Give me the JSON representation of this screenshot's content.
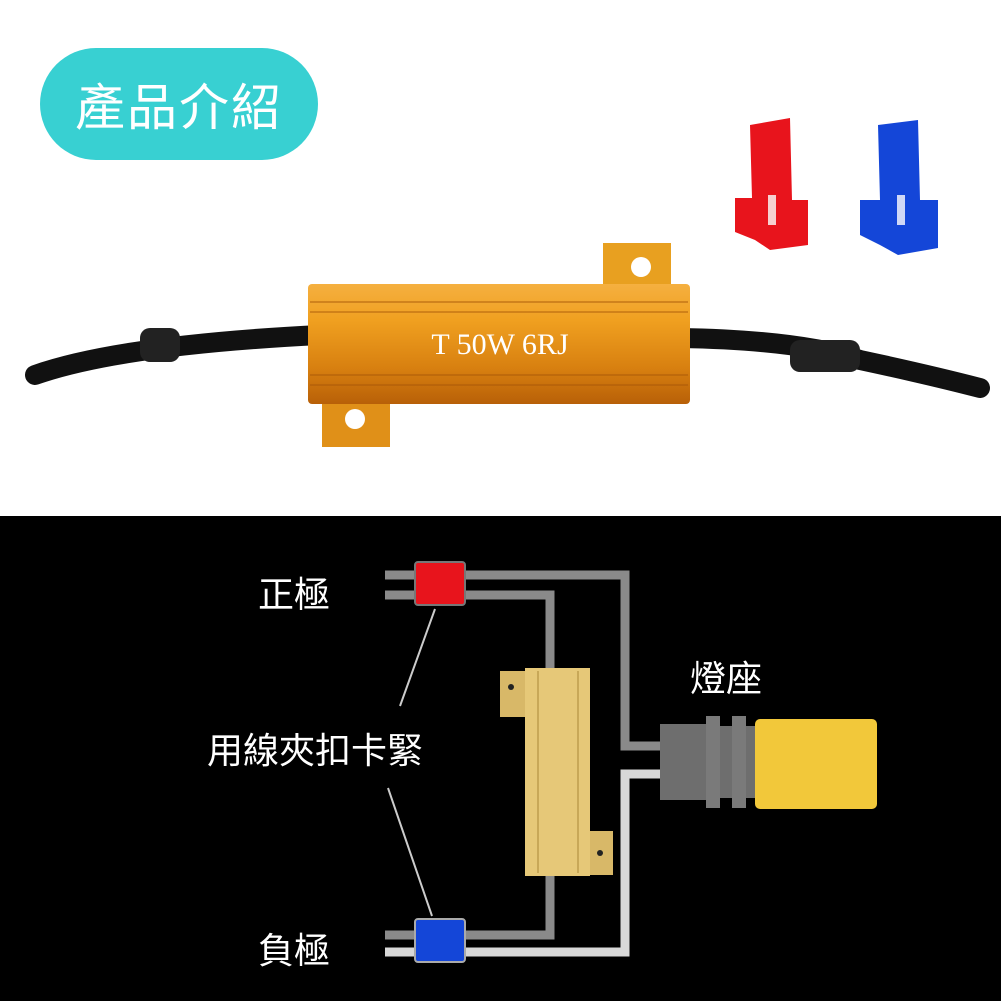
{
  "header": {
    "title": "產品介紹"
  },
  "product": {
    "resistor_marking": "T 50W 6RJ"
  },
  "diagram": {
    "positive_label": "正極",
    "negative_label": "負極",
    "clip_label": "用線夾扣卡緊",
    "socket_label": "燈座"
  },
  "colors": {
    "accent": "#38d0d2",
    "red_clip": "#e8141c",
    "blue_clip": "#1446d8",
    "resistor_gold": "#e8a020",
    "bulb_yellow": "#f2c83a"
  }
}
